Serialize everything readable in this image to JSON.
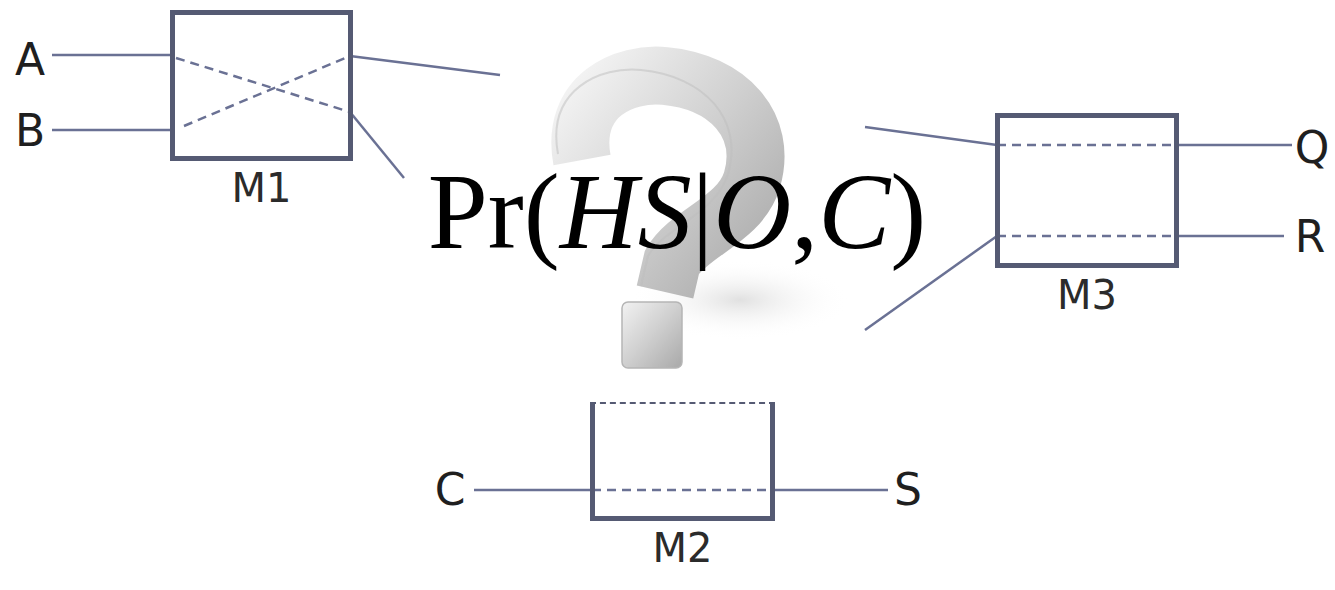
{
  "diagram": {
    "nodes": [
      {
        "text": [
          "M1"
        ]
      },
      {
        "text": [
          "M3"
        ]
      },
      {
        "text": [
          "M2"
        ]
      }
    ],
    "labels": [
      "A",
      "B",
      "Pr(HS|O,C)",
      "Q",
      "R",
      "C",
      "S"
    ]
  }
}
